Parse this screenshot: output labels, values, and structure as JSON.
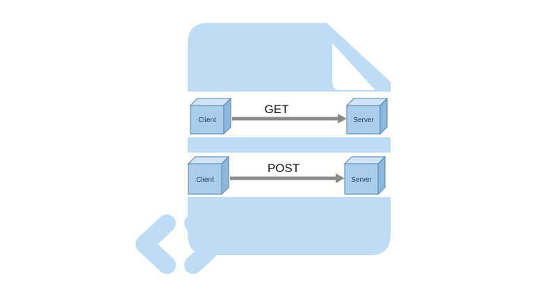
{
  "colors": {
    "document": "#bfdcf6",
    "strip": "#ffffff",
    "box_front": "#a9cdea",
    "box_top": "#cfe4f6",
    "box_side": "#8db9de",
    "box_edge": "#4f7fab",
    "arrow": "#8a8a8a"
  },
  "icons": {
    "document": "file-icon",
    "code": "code-brackets-icon"
  },
  "rows": [
    {
      "method": "GET",
      "client": "Client",
      "server": "Server"
    },
    {
      "method": "POST",
      "client": "Client",
      "server": "Server"
    }
  ]
}
